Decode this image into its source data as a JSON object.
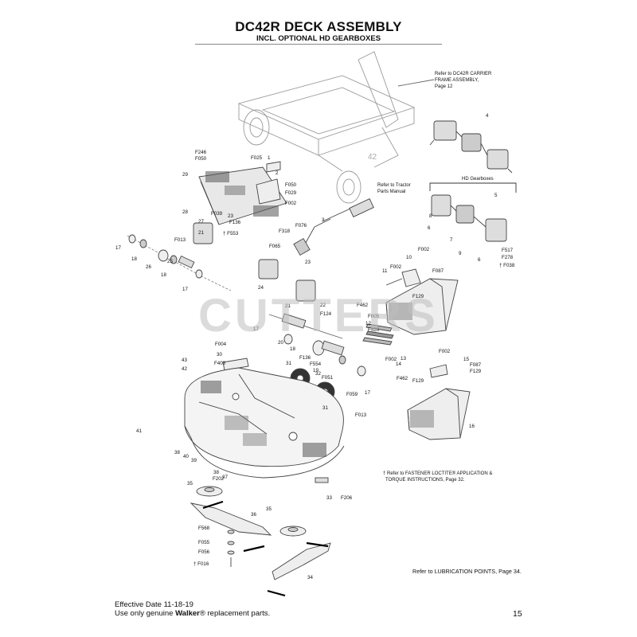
{
  "header": {
    "title": "DC42R DECK ASSEMBLY",
    "subtitle": "INCL. OPTIONAL HD GEARBOXES"
  },
  "callouts": {
    "carrier_ref": [
      "Refer to DC42R CARRIER",
      "FRAME ASSEMBLY,",
      "Page 12"
    ],
    "tractor_ref": [
      "Refer to Tractor",
      "Parts Manual"
    ],
    "hd_gearboxes": "HD Gearboxes",
    "loctite_ref_1": "† Refer to FASTENER LOCTITE® APPLICATION &",
    "loctite_ref_2": "TORQUE INSTRUCTIONS, Page 32.",
    "lube_ref": "Refer to LUBRICATION POINTS, Page 34."
  },
  "part_labels": [
    {
      "id": "1",
      "text": "1"
    },
    {
      "id": "2",
      "text": "2"
    },
    {
      "id": "3",
      "text": "3"
    },
    {
      "id": "4",
      "text": "4"
    },
    {
      "id": "5",
      "text": "5"
    },
    {
      "id": "6a",
      "text": "6"
    },
    {
      "id": "6b",
      "text": "6"
    },
    {
      "id": "7",
      "text": "7"
    },
    {
      "id": "8",
      "text": "8"
    },
    {
      "id": "9",
      "text": "9"
    },
    {
      "id": "10",
      "text": "10"
    },
    {
      "id": "11",
      "text": "11"
    },
    {
      "id": "12",
      "text": "12"
    },
    {
      "id": "13",
      "text": "13"
    },
    {
      "id": "14",
      "text": "14"
    },
    {
      "id": "15",
      "text": "15"
    },
    {
      "id": "16",
      "text": "16"
    },
    {
      "id": "17a",
      "text": "17"
    },
    {
      "id": "17b",
      "text": "17"
    },
    {
      "id": "17c",
      "text": "17"
    },
    {
      "id": "17d",
      "text": "17"
    },
    {
      "id": "18a",
      "text": "18"
    },
    {
      "id": "18b",
      "text": "18"
    },
    {
      "id": "18c",
      "text": "18"
    },
    {
      "id": "19",
      "text": "19"
    },
    {
      "id": "20",
      "text": "20"
    },
    {
      "id": "21a",
      "text": "21"
    },
    {
      "id": "21b",
      "text": "21"
    },
    {
      "id": "22",
      "text": "22"
    },
    {
      "id": "23a",
      "text": "23"
    },
    {
      "id": "23b",
      "text": "23"
    },
    {
      "id": "24",
      "text": "24"
    },
    {
      "id": "25",
      "text": "25"
    },
    {
      "id": "26",
      "text": "26"
    },
    {
      "id": "27",
      "text": "27"
    },
    {
      "id": "28",
      "text": "28"
    },
    {
      "id": "29",
      "text": "29"
    },
    {
      "id": "30",
      "text": "30"
    },
    {
      "id": "31a",
      "text": "31"
    },
    {
      "id": "31b",
      "text": "31"
    },
    {
      "id": "32",
      "text": "32"
    },
    {
      "id": "33",
      "text": "33"
    },
    {
      "id": "34",
      "text": "34"
    },
    {
      "id": "35a",
      "text": "35"
    },
    {
      "id": "35b",
      "text": "35"
    },
    {
      "id": "36",
      "text": "36"
    },
    {
      "id": "37",
      "text": "37"
    },
    {
      "id": "38a",
      "text": "38"
    },
    {
      "id": "38b",
      "text": "38"
    },
    {
      "id": "39",
      "text": "39"
    },
    {
      "id": "40",
      "text": "40"
    },
    {
      "id": "41",
      "text": "41"
    },
    {
      "id": "42",
      "text": "42"
    },
    {
      "id": "43",
      "text": "43"
    },
    {
      "id": "F246",
      "text": "F246"
    },
    {
      "id": "F050a",
      "text": "F050"
    },
    {
      "id": "F050b",
      "text": "F050"
    },
    {
      "id": "F025",
      "text": "F025"
    },
    {
      "id": "F029",
      "text": "F029"
    },
    {
      "id": "F002a",
      "text": "F002"
    },
    {
      "id": "F002b",
      "text": "F002"
    },
    {
      "id": "F002c",
      "text": "F002"
    },
    {
      "id": "F002d",
      "text": "F002"
    },
    {
      "id": "F002e",
      "text": "F002"
    },
    {
      "id": "F039",
      "text": "F039"
    },
    {
      "id": "F136a",
      "text": "F136"
    },
    {
      "id": "F136b",
      "text": "F136"
    },
    {
      "id": "F553",
      "text": "† F553"
    },
    {
      "id": "F013a",
      "text": "F013"
    },
    {
      "id": "F013b",
      "text": "F013"
    },
    {
      "id": "F318",
      "text": "F318"
    },
    {
      "id": "F076",
      "text": "F076"
    },
    {
      "id": "F065",
      "text": "F065"
    },
    {
      "id": "F517",
      "text": "F517"
    },
    {
      "id": "F278",
      "text": "F278"
    },
    {
      "id": "F038",
      "text": "† F038"
    },
    {
      "id": "F087a",
      "text": "F087"
    },
    {
      "id": "F087b",
      "text": "F087"
    },
    {
      "id": "F129a",
      "text": "F129"
    },
    {
      "id": "F129b",
      "text": "F129"
    },
    {
      "id": "F129c",
      "text": "F129"
    },
    {
      "id": "F462a",
      "text": "F462"
    },
    {
      "id": "F462b",
      "text": "F462"
    },
    {
      "id": "F005",
      "text": "F005"
    },
    {
      "id": "F426",
      "text": "F426"
    },
    {
      "id": "F124",
      "text": "F124"
    },
    {
      "id": "F004",
      "text": "F004"
    },
    {
      "id": "F403",
      "text": "F403"
    },
    {
      "id": "F554",
      "text": "F554"
    },
    {
      "id": "F051",
      "text": "F051"
    },
    {
      "id": "F059",
      "text": "F059"
    },
    {
      "id": "F202",
      "text": "F202"
    },
    {
      "id": "F206",
      "text": "F206"
    },
    {
      "id": "F568",
      "text": "F568"
    },
    {
      "id": "F055",
      "text": "F055"
    },
    {
      "id": "F056",
      "text": "F056"
    },
    {
      "id": "F016",
      "text": "† F016"
    }
  ],
  "footer": {
    "effective_date": "Effective Date 11-18-19",
    "use_prefix": "Use only genuine ",
    "brand": "Walker",
    "use_suffix": "® replacement parts.",
    "page_number": "15"
  },
  "watermark": {
    "text": "CUTTERS"
  }
}
